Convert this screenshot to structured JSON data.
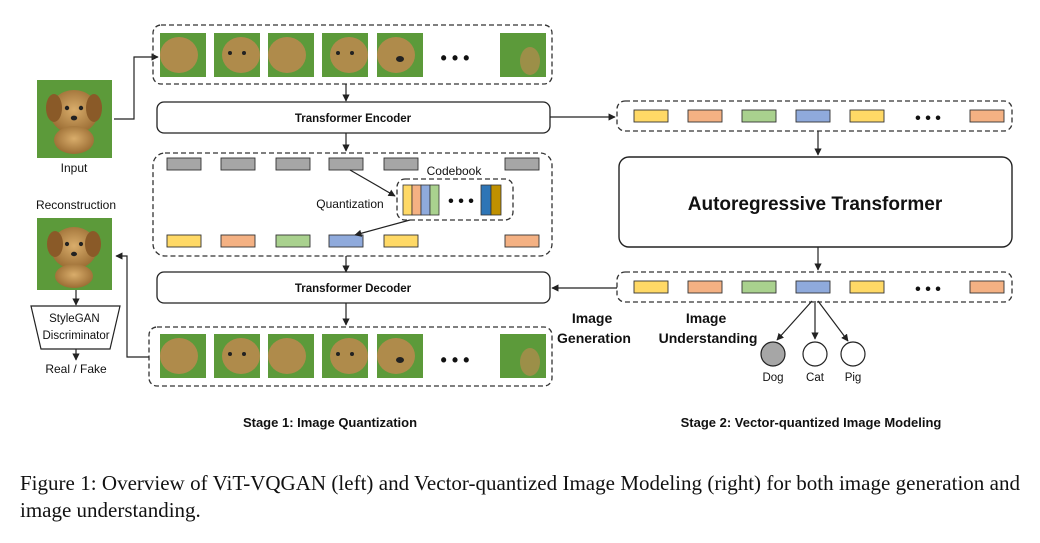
{
  "figure": {
    "caption": "Figure 1: Overview of ViT-VQGAN (left) and Vector-quantized Image Modeling (right) for both image generation and image understanding.",
    "colors": {
      "token_yellow": "#ffd966",
      "token_orange": "#f4b183",
      "token_green": "#a9d18e",
      "token_blue": "#8faadc",
      "token_gray": "#a6a6a6",
      "code_blue": "#2e75b6",
      "code_gold": "#bf9000",
      "puppy": "#b88a4e",
      "grass": "#5c9a3a"
    },
    "stage1": {
      "input_label": "Input",
      "reconstruction_label": "Reconstruction",
      "discriminator_label": "StyleGAN Discriminator",
      "real_fake_label": "Real / Fake",
      "encoder_label": "Transformer Encoder",
      "decoder_label": "Transformer Decoder",
      "codebook_label": "Codebook",
      "quantization_label": "Quantization",
      "ellipsis": "• • •",
      "title": "Stage 1: Image Quantization"
    },
    "stage2": {
      "ar_label": "Autoregressive Transformer",
      "image_generation_label": "Image Generation",
      "image_understanding_label": "Image Understanding",
      "classes": [
        "Dog",
        "Cat",
        "Pig"
      ],
      "ellipsis": "• • •",
      "title": "Stage 2: Vector-quantized Image Modeling"
    }
  }
}
